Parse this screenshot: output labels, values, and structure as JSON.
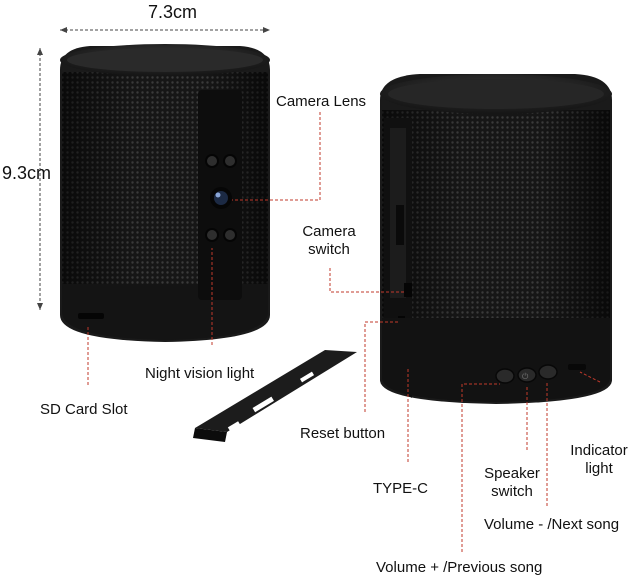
{
  "dimensions": {
    "width_label": "7.3cm",
    "height_label": "9.3cm"
  },
  "labels": {
    "camera_lens": "Camera Lens",
    "camera_switch_line1": "Camera",
    "camera_switch_line2": "switch",
    "night_vision_light": "Night vision light",
    "sd_card_slot": "SD Card Slot",
    "reset_button": "Reset button",
    "type_c": "TYPE-C",
    "indicator_light_line1": "Indicator",
    "indicator_light_line2": "light",
    "speaker_switch_line1": "Speaker",
    "speaker_switch_line2": "switch",
    "volume_minus": "Volume - /Next song",
    "volume_plus": "Volume + /Previous song"
  },
  "colors": {
    "body": "#1b1b1b",
    "body_dark": "#0e0e0e",
    "mesh_dot": "#3a3a3a",
    "leader_line": "#c0392b"
  }
}
